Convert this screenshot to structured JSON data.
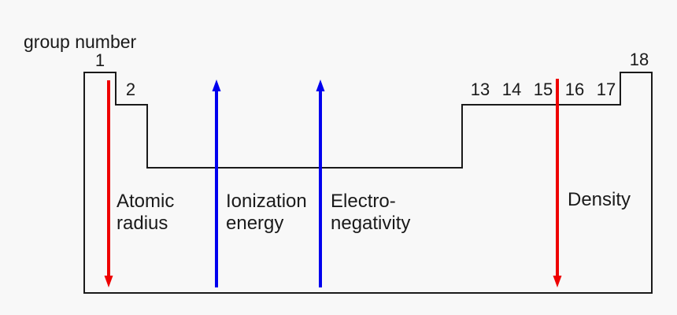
{
  "figure": {
    "background_color": "#f8f8f8",
    "outline_color": "#1a1a1a",
    "text_color": "#1a1a1a",
    "axis_title": "group number",
    "groups": [
      {
        "label": "1"
      },
      {
        "label": "2"
      },
      {
        "label": "13"
      },
      {
        "label": "14"
      },
      {
        "label": "15"
      },
      {
        "label": "16"
      },
      {
        "label": "17"
      },
      {
        "label": "18"
      }
    ],
    "trends": [
      {
        "id": "atomic-radius",
        "lines": [
          "Atomic",
          "radius"
        ],
        "direction": "down",
        "color": "#ee0000"
      },
      {
        "id": "ionization-energy",
        "lines": [
          "Ionization",
          "energy"
        ],
        "direction": "up",
        "color": "#0000ee"
      },
      {
        "id": "electronegativity",
        "lines": [
          "Electro-",
          "negativity"
        ],
        "direction": "up",
        "color": "#0000ee"
      },
      {
        "id": "density",
        "lines": [
          "Density"
        ],
        "direction": "down",
        "color": "#ee0000"
      }
    ]
  }
}
